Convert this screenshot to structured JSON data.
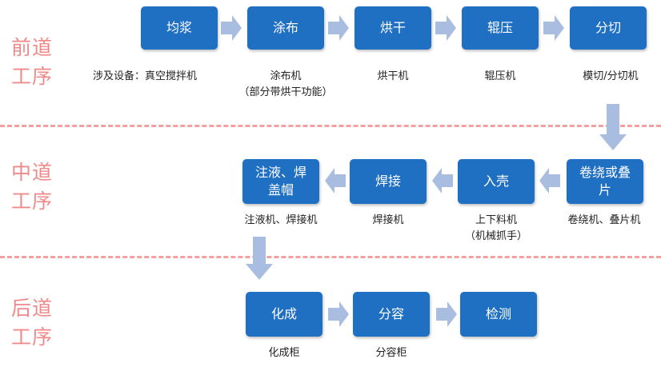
{
  "stages": {
    "front": {
      "line1": "前道",
      "line2": "工序"
    },
    "middle": {
      "line1": "中道",
      "line2": "工序"
    },
    "back": {
      "line1": "后道",
      "line2": "工序"
    }
  },
  "front_row": {
    "steps": [
      "均浆",
      "涂布",
      "烘干",
      "辊压",
      "分切"
    ],
    "equipment": [
      "涉及设备：真空搅拌机",
      "涂布机",
      "烘干机",
      "辊压机",
      "模切/分切机"
    ],
    "equipment_note": "（部分带烘干功能）"
  },
  "middle_row": {
    "steps": [
      {
        "line1": "注液、焊",
        "line2": "盖帽"
      },
      {
        "line1": "焊接",
        "line2": ""
      },
      {
        "line1": "入壳",
        "line2": ""
      },
      {
        "line1": "卷绕或叠",
        "line2": "片"
      }
    ],
    "equipment": [
      "注液机、焊接机",
      "焊接机",
      "上下料机",
      "卷绕机、叠片机"
    ],
    "equipment_note": "（机械抓手）"
  },
  "back_row": {
    "steps": [
      "化成",
      "分容",
      "检测"
    ],
    "equipment": [
      "化成柜",
      "分容柜"
    ]
  },
  "colors": {
    "box": "#1f6fc3",
    "arrow": "#a9bde0",
    "stage_label": "#f08a8a",
    "divider": "#f3a0a0"
  }
}
